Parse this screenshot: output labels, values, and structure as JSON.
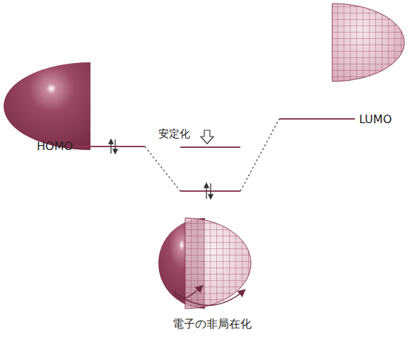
{
  "diagram": {
    "labels": [
      "HOMO",
      "安定化",
      "LUMO",
      "電子の非局在化"
    ]
  }
}
